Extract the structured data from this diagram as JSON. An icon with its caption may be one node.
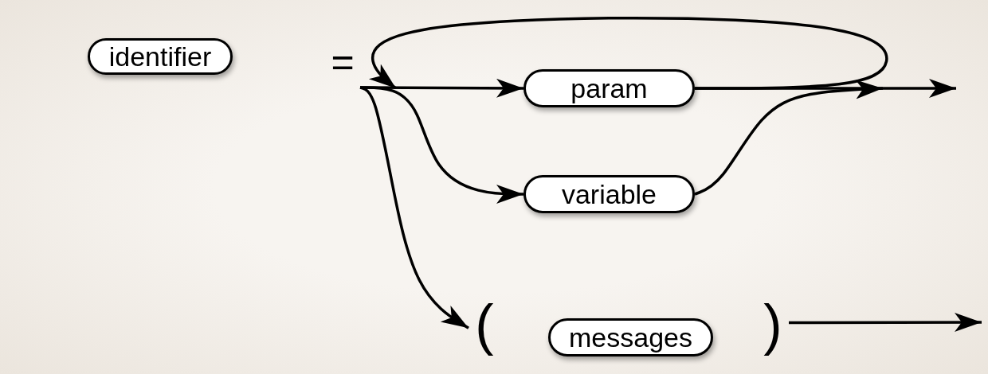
{
  "diagram": {
    "nodes": [
      {
        "text": [
          "identifier"
        ]
      },
      {
        "text": [
          "="
        ]
      },
      {
        "text": [
          "param"
        ]
      },
      {
        "text": [
          "variable"
        ]
      },
      {
        "text": [
          "("
        ]
      },
      {
        "text": [
          "messages"
        ]
      },
      {
        "text": [
          ")"
        ]
      }
    ],
    "edges": [
      {
        "from": 1,
        "to": 2,
        "arrow": "to"
      },
      {
        "from": 1,
        "to": 3,
        "arrow": "to"
      },
      {
        "from": 1,
        "to": 4,
        "arrow": "to"
      },
      {
        "from": 2,
        "to": null,
        "arrow": "to"
      },
      {
        "from": 3,
        "to": null,
        "arrow": "to"
      },
      {
        "from": 2,
        "to": null,
        "arrow": "to"
      },
      {
        "from": 6,
        "to": null,
        "arrow": "to"
      }
    ]
  }
}
